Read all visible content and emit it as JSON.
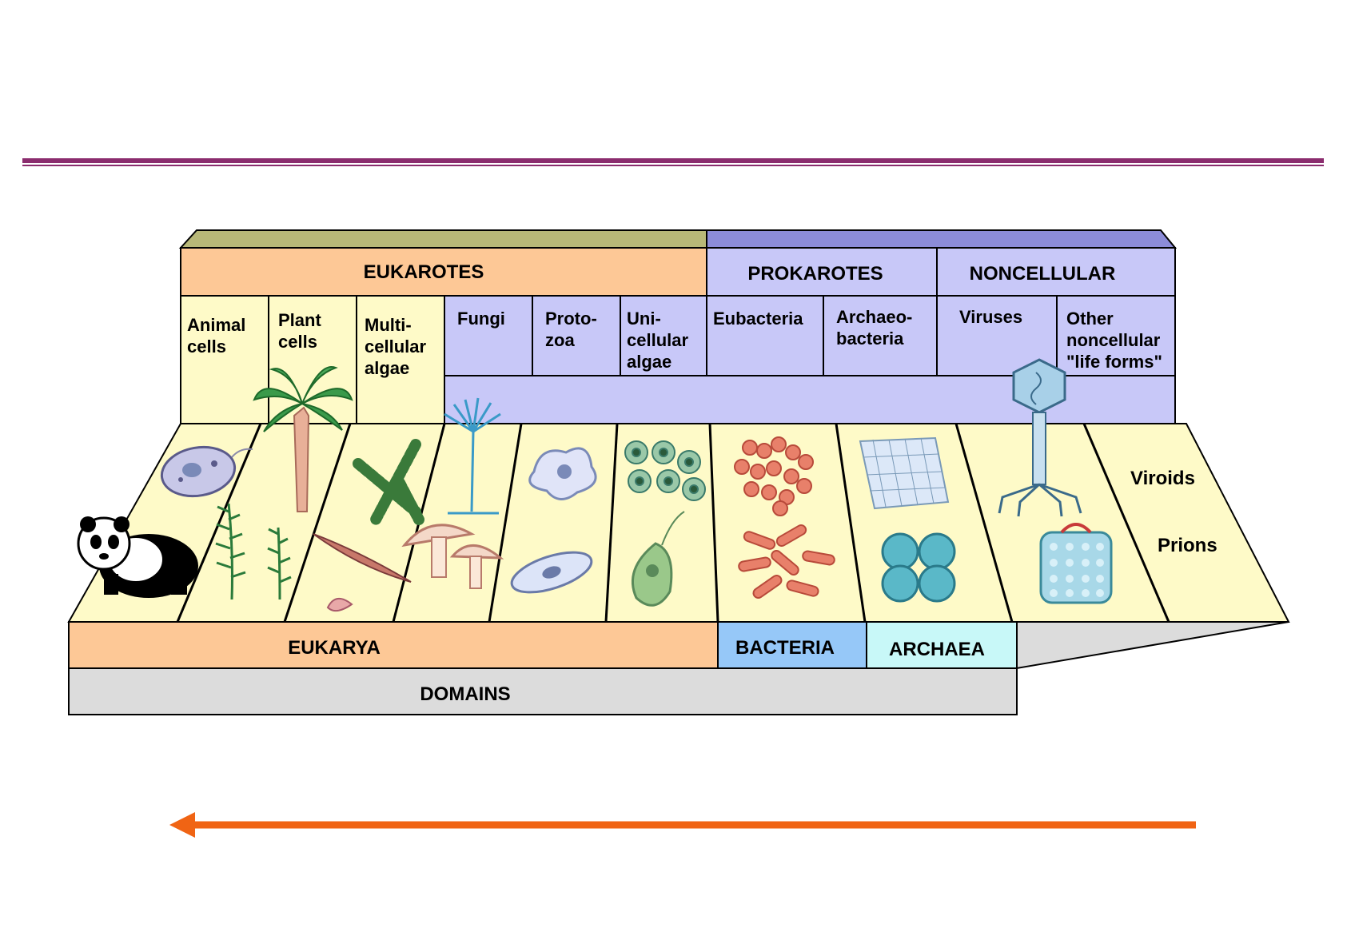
{
  "colors": {
    "title_rule": "#8b2c6e",
    "eukaryote_band": "#fdc896",
    "prokaryote_band": "#c8c8f8",
    "cell_panel": "#fefac8",
    "lavender_panel": "#c8c8f8",
    "top_edge_left": "#b8b878",
    "top_edge_right": "#8c8cd8",
    "bacteria_band": "#96c8f8",
    "archaea_band": "#c8f8f8",
    "domains_band": "#dcdcdc",
    "arrow": "#f06414"
  },
  "diagram": {
    "top_bands": {
      "eukarotes": "EUKAROTES",
      "prokarotes": "PROKAROTES",
      "noncellular": "NONCELLULAR"
    },
    "categories": [
      {
        "lines": [
          "Animal",
          "cells"
        ]
      },
      {
        "lines": [
          "Plant",
          "cells"
        ]
      },
      {
        "lines": [
          "Multi-",
          "cellular",
          "algae"
        ]
      },
      {
        "lines": [
          "Fungi"
        ]
      },
      {
        "lines": [
          "Proto-",
          "zoa"
        ]
      },
      {
        "lines": [
          "Uni-",
          "cellular",
          "algae"
        ]
      },
      {
        "lines": [
          "Eubacteria"
        ]
      },
      {
        "lines": [
          "Archaeo-",
          "bacteria"
        ]
      },
      {
        "lines": [
          "Viruses"
        ]
      },
      {
        "lines": [
          "Other",
          "noncellular",
          "\"life forms\""
        ]
      }
    ],
    "floor_labels": {
      "viroids": "Viroids",
      "prions": "Prions"
    },
    "domain_bands": {
      "eukarya": "EUKARYA",
      "bacteria": "BACTERIA",
      "archaea": "ARCHAEA",
      "domains": "DOMAINS"
    },
    "illustrations": [
      "panda-icon",
      "animal-cell-icon",
      "palm-tree-icon",
      "fern-icon",
      "multicellular-alga-icon",
      "seaweed-icon",
      "mold-icon",
      "mushroom-icon",
      "amoeba-icon",
      "paramecium-icon",
      "algae-colony-icon",
      "euglena-icon",
      "cocci-bacteria-icon",
      "rod-bacteria-icon",
      "archaea-sheet-icon",
      "archaea-tetrad-icon",
      "bacteriophage-icon",
      "virus-capsid-icon"
    ],
    "arrow_direction": "left"
  }
}
